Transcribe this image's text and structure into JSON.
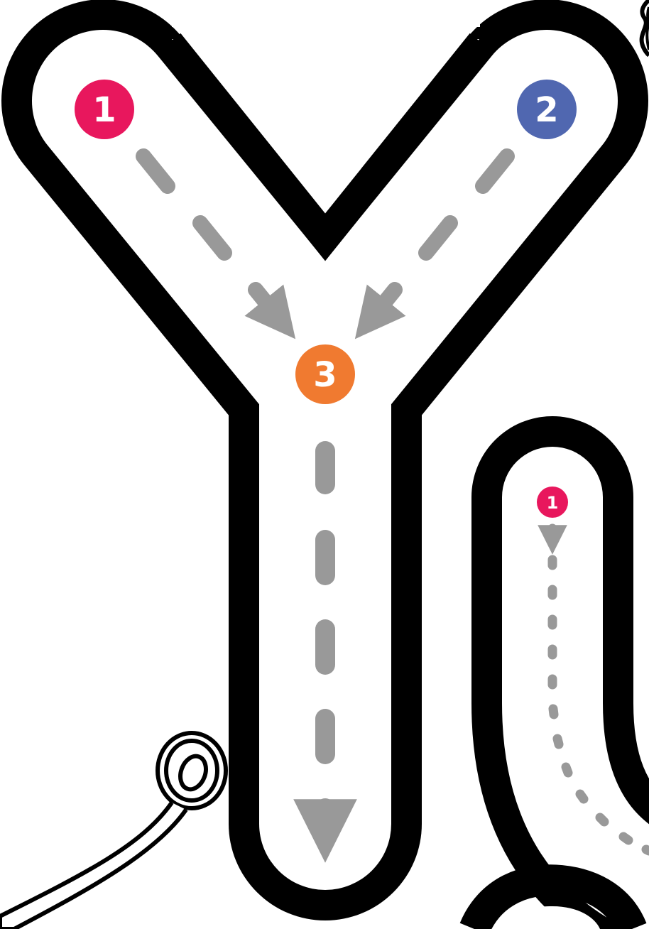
{
  "worksheet": {
    "letter_y": {
      "steps": [
        {
          "label": "1",
          "color": "#e8175d"
        },
        {
          "label": "2",
          "color": "#5067b0"
        },
        {
          "label": "3",
          "color": "#f07a30"
        }
      ]
    },
    "letter_j": {
      "steps": [
        {
          "label": "1",
          "color": "#e8175d"
        }
      ]
    },
    "colors": {
      "outline": "#000000",
      "fill": "#ffffff",
      "guide": "#999999"
    },
    "icons": [
      "balloon-icon",
      "ribbon-icon"
    ]
  }
}
